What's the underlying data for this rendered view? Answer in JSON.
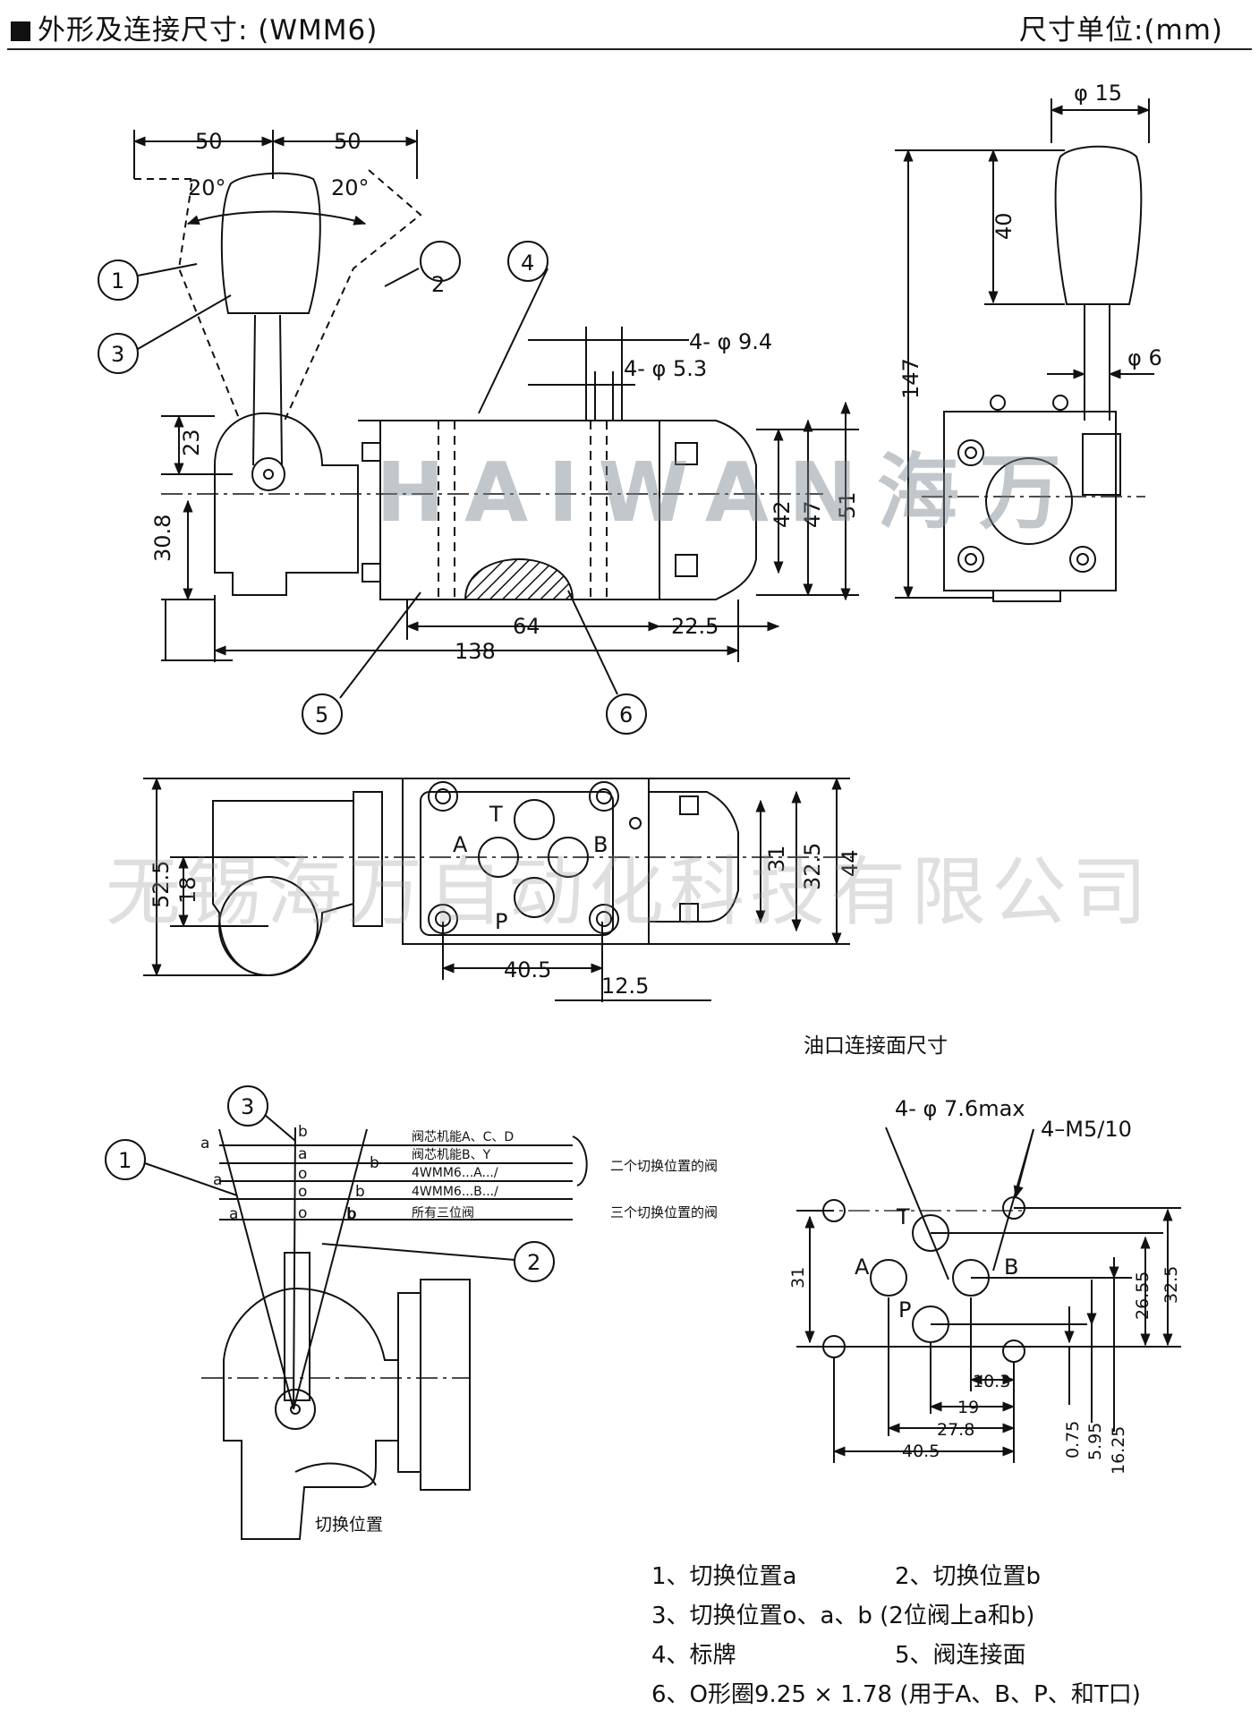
{
  "header": {
    "title": "外形及连接尺寸:  (WMM6)",
    "unit": "尺寸单位:(mm)"
  },
  "watermark": {
    "logo": "HAIWAN海万",
    "company": "无锡海万自动化科技有限公司"
  },
  "front_view": {
    "dims": {
      "left_50": "50",
      "right_50": "50",
      "angle_left": "20°",
      "angle_right": "20°",
      "d23": "23",
      "d30_8": "30.8",
      "d64": "64",
      "d22_5": "22.5",
      "d138": "138",
      "d42": "42",
      "d47": "47",
      "d51": "51",
      "hole_9_4": "4- φ 9.4",
      "hole_5_3": "4- φ 5.3"
    },
    "callouts": [
      "1",
      "2",
      "3",
      "4",
      "5",
      "6"
    ]
  },
  "side_view": {
    "dims": {
      "phi15": "φ 15",
      "d40": "40",
      "d147": "147",
      "phi6": "φ 6"
    }
  },
  "top_view": {
    "port_labels": {
      "T": "T",
      "A": "A",
      "B": "B",
      "P": "P"
    },
    "dims": {
      "d52_5": "52.5",
      "d18": "18",
      "d31": "31",
      "d32_5": "32.5",
      "d44": "44",
      "d40_5": "40.5",
      "d12_5": "12.5"
    }
  },
  "switch_view": {
    "callouts": [
      "3",
      "1",
      "2"
    ],
    "caption": "切换位置",
    "rows": [
      {
        "left": "",
        "center": "b",
        "right": "",
        "desc": "阀芯机能A、C、D"
      },
      {
        "left": "a",
        "center": "a",
        "right": "b",
        "desc": "阀芯机能B、Y"
      },
      {
        "left": "a",
        "center": "o",
        "right": "b",
        "desc": "4WMM6...A.../"
      },
      {
        "left": "",
        "center": "o",
        "right": "b",
        "desc": "4WMM6...B.../"
      },
      {
        "left": "a",
        "center": "o",
        "right": "b",
        "desc": "所有三位阀"
      }
    ],
    "group_two": "二个切换位置的阀",
    "group_three": "三个切换位置的阀"
  },
  "port_face": {
    "title": "油口连接面尺寸",
    "hole_note": "4- φ 7.6max",
    "thread_note": "4–M5/10",
    "port_labels": {
      "T": "T",
      "A": "A",
      "B": "B",
      "P": "P"
    },
    "dims": {
      "d31": "31",
      "d26_55": "26.55",
      "d32_5": "32.5",
      "d10_3": "10.3",
      "d19": "19",
      "d27_8": "27.8",
      "d40_5": "40.5",
      "d0_75": "0.75",
      "d5_95": "5.95",
      "d16_25": "16.25"
    }
  },
  "legend": {
    "item1": "1、切换位置a",
    "item2": "2、切换位置b",
    "item3": "3、切换位置o、a、b (2位阀上a和b)",
    "item4": "4、标牌",
    "item5": "5、阀连接面",
    "item6": "6、O形圈9.25 × 1.78 (用于A、B、P、和T口)"
  }
}
